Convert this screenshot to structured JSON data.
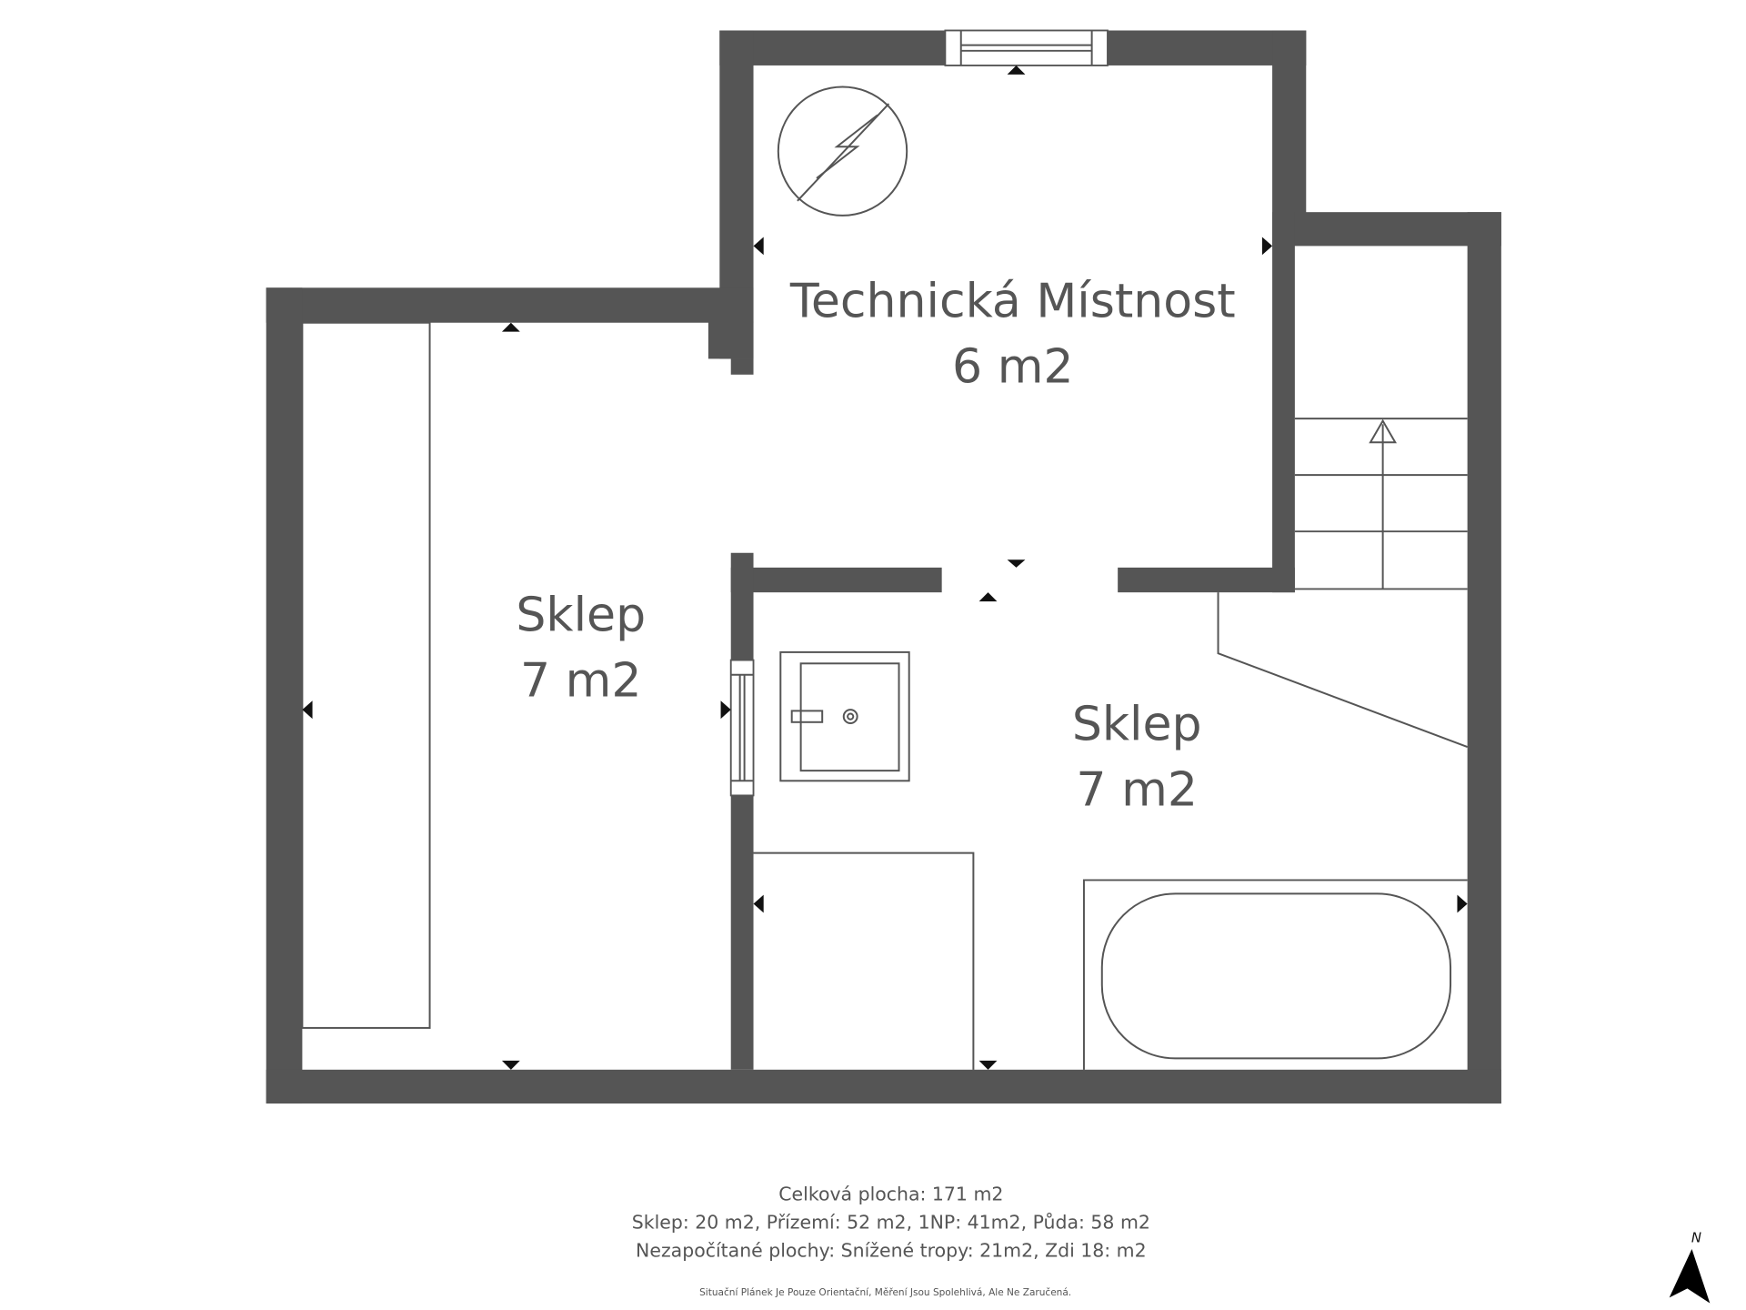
{
  "rooms": [
    {
      "name": "Technická Místnost",
      "area": "6 m2"
    },
    {
      "name": "Sklep",
      "area": "7 m2"
    },
    {
      "name": "Sklep",
      "area": "7 m2"
    }
  ],
  "summary": {
    "total": "Celková plocha:  171 m2",
    "floors": "Sklep: 20 m2, Přízemí: 52 m2, 1NP: 41m2, Půda: 58 m2",
    "excluded": "Nezapočítané plochy: Snížené tropy: 21m2, Zdi 18: m2",
    "disclaimer": "Situační Plánek Je Pouze Orientační, Měření Jsou Spolehlivá, Ale Ne Zaručená."
  },
  "compass": {
    "label": "N",
    "icon": "north-arrow-icon"
  },
  "colors": {
    "wall": "#555555",
    "background": "#ffffff"
  }
}
